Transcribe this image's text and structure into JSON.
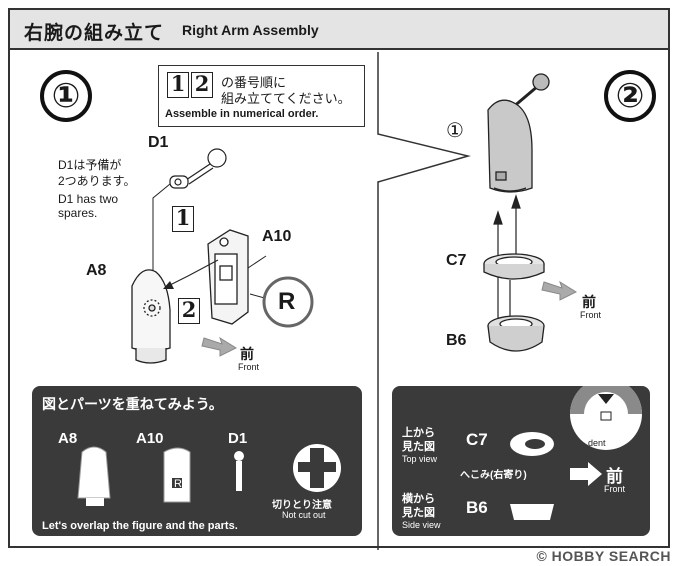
{
  "header": {
    "title_jp": "右腕の組み立て",
    "title_en": "Right Arm Assembly"
  },
  "step1": {
    "number": "①",
    "note_jp_line1": "の番号順に",
    "note_jp_line2": "組み立ててください。",
    "note_en": "Assemble in numerical order.",
    "order_nums": [
      "1",
      "2"
    ],
    "part_d1": "D1",
    "spare_jp_line1": "D1は予備が",
    "spare_jp_line2": "2つあります。",
    "spare_en_line1": "D1 has two",
    "spare_en_line2": "spares.",
    "part_a8": "A8",
    "part_a10": "A10",
    "r_mark": "R",
    "seq1": "1",
    "seq2": "2",
    "front_jp": "前",
    "front_en": "Front"
  },
  "step2": {
    "number": "②",
    "circle_ref": "①",
    "part_c7": "C7",
    "part_b6": "B6",
    "front_jp": "前",
    "front_en": "Front"
  },
  "overlap_panel": {
    "title_jp": "図とパーツを重ねてみよう。",
    "parts": [
      "A8",
      "A10",
      "D1"
    ],
    "r_mark": "R",
    "cut_jp": "切りとり注意",
    "cut_en": "Not cut out",
    "footer_en": "Let's overlap the figure and the parts."
  },
  "view_panel": {
    "top_jp_line1": "上から",
    "top_jp_line2": "見た図",
    "top_en": "Top view",
    "top_part": "C7",
    "dent_jp": "へこみ(右寄り)",
    "dent_en": "dent",
    "side_jp_line1": "横から",
    "side_jp_line2": "見た図",
    "side_en": "Side view",
    "side_part": "B6",
    "front_jp": "前",
    "front_en": "Front"
  },
  "watermark": "© HOBBY SEARCH"
}
